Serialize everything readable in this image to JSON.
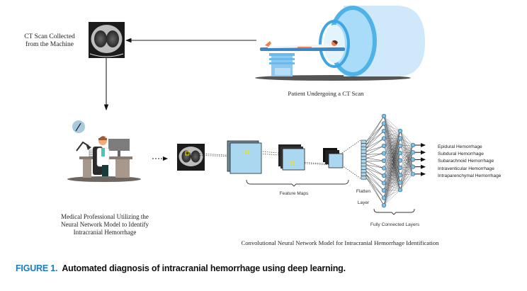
{
  "diagram": {
    "nodes": {
      "ct_scan_collected": {
        "label_line1": "CT Scan Collected",
        "label_line2": "from the Machine",
        "icon": "ct-scan-image"
      },
      "patient_ct": {
        "label": "Patient Undergoing a CT Scan",
        "icon": "ct-scanner-illustration"
      },
      "medical_professional": {
        "label_line1": "Medical Professional Utilizing the",
        "label_line2": "Neural Network Model to Identify",
        "label_line3": "Intracranial Hemorrhage",
        "icon": "doctor-at-desk-illustration"
      },
      "cnn_model": {
        "label": "Convolutional Neural Network Model for Intracranial Hemorrhage Identification",
        "feature_maps_label": "Feature Maps",
        "flatten_label_line1": "Flatten",
        "flatten_label_line2": "Layer",
        "fc_label": "Fully Connected Layers",
        "outputs": [
          "Epidural Hemorrhage",
          "Subdural Hemorrhage",
          "Subarachnoid Hemorrhage",
          "Intraventicular Hemorrhage",
          "Intraparenchymal Hemorrhage"
        ]
      }
    },
    "edges": [
      {
        "from": "patient_ct",
        "to": "ct_scan_collected",
        "style": "solid"
      },
      {
        "from": "ct_scan_collected",
        "to": "medical_professional",
        "style": "solid"
      },
      {
        "from": "medical_professional",
        "to": "cnn_model",
        "style": "dashed"
      }
    ],
    "colors": {
      "cnn_background": "#fde9b3",
      "feature_map_fill": "#a9d8f0",
      "neuron_fill": "#7ec3e6",
      "scanner_blue": "#4fb3e8",
      "caption_accent": "#1a7bbf",
      "kernel_highlight": "#f2e300"
    }
  },
  "caption": {
    "figure_label": "FIGURE 1.",
    "text": "Automated diagnosis of intracranial hemorrhage using deep learning."
  }
}
